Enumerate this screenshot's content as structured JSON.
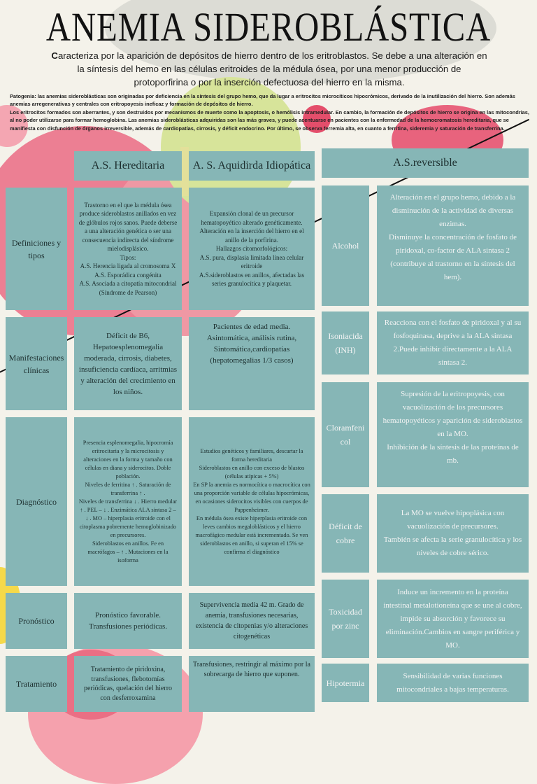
{
  "title": "ANEMIA SIDEROBLÁSTICA",
  "intro": {
    "drop_letter": "C",
    "text": "aracteriza por la aparición de depósitos de hierro dentro de los eritroblastos. Se debe a una alteración en la síntesis del hemo en las células eritroides de la médula ósea, por una menor producción de protoporfirina o por la inserción defectuosa del hierro en la misma."
  },
  "patogenia": "Patogenia: las anemias sideroblásticas son originadas por deficiencia en la síntesis del grupo hemo, que da lugar a eritrocitos microcíticos hipocrómicos, derivado de la inutilización del hierro. Son además anemias arregenerativas y centrales con eritropoyesis ineficaz y formación de depósitos de hierro.\nLos eritrocitos formados son aberrantes, y son destruidos por mecanismos de muerte como la apoptosis, o hemólisis intramedular. En cambio, la formación de depósitos de hierro se origina en las mitocondrias, al no poder utilizarse para formar hemoglobina. Las anemias sideroblásticas adquiridas son las más graves, y puede acentuarse en pacientes con la enfermedad de la hemocromatosis hereditaria, que se manifiesta con disfunción de órganos irreversible, además de cardiopatías, cirrosis, y déficit endocrino. Por último, se observa ferremia alta, en cuanto a ferritina, sideremia y saturación de transferrina.",
  "table": {
    "headers": [
      "A.S. Hereditaria",
      "A. S. Aquidirda Idiopática"
    ],
    "rows": [
      {
        "label": "Definiciones y tipos",
        "hereditaria": "Trastorno en el que la médula ósea produce sideroblastos anillados en vez de glóbulos rojos sanos. Puede deberse a una alteración genética o ser una consecuencia indirecta del síndrome mielodisplásico.\nTipos:\nA.S. Herencia ligada al cromosoma X\nA.S. Esporádica congénita\nA.S. Asociada a citopatía mitocondrial (Síndrome de Pearson)",
        "adquirida": "Expansión clonal de un precursor hematopoyético alterado genéticamente. Alteración en la inserción del hierro en el anillo de la porfirina.\nHallazgos citomorfológicos:\nA.S. pura, displasia limitada línea celular eritroide\nA.S.sideroblastos en anillos, afectadas las series granulocítica y plaquetar."
      },
      {
        "label": "Manifestaciones clínicas",
        "hereditaria": "Déficit de B6, Hepatoesplenomegalia moderada, cirrosis, diabetes, insuficiencia cardíaca, arritmias y alteración del crecimiento en los niños.",
        "adquirida": "Pacientes de edad media. Asintomática, análisis rutina, Sintomática,cardiopatías (hepatomegalias 1/3 casos)"
      },
      {
        "label": "Diagnóstico",
        "hereditaria": "Presencia esplenomegalia, hipocromía eritrocitaria y la microcitosis y alteraciones en la forma y tamaño con células en diana y siderocitos. Doble población.\nNiveles de ferritina ↑ . Saturación de transferrina ↑ .\nNiveles de transferrina ↓ . Hierro medular ↑ . PEL – ↓ . Enzimática ALA sintasa 2 – ↓ . MO – hiperplasia eritroide con el citoplasma pobremente hemoglobinizado en precursores.\nSideroblastos en anillos. Fe en macrófagos – ↑ . Mutaciones en la isoforma",
        "adquirida": "Estudios genéticos y familiares, descartar la forma hereditaria\nSideroblastos en anillo con exceso de blastos (células atípicas + 5%)\nEn SP la anemia es normocítica o macrocítica con una proporción variable de células hipocrómicas, en ocasiones siderocitos visibles con cuerpos de Pappenheimer.\nEn médula ósea existe hiperplasia eritroide con leves cambios megaloblásticos y el hierro macrofágico medular está incrementado. Se ven sideroblastos en anillo, si superan el 15% se confirma el diagnóstico"
      },
      {
        "label": "Pronóstico",
        "hereditaria": "Pronóstico favorable. Transfusiones periódicas.",
        "adquirida": "Supervivencia media 42 m. Grado de anemia, transfusiones necesarias, existencia de citopenias y/o alteraciones citogenéticas"
      },
      {
        "label": "Tratamiento",
        "hereditaria": "Tratamiento de piridoxina, transfusiones, flebotomías periódicas, quelación del hierro con desferroxamina",
        "adquirida": "Transfusiones, restringir al máximo por la sobrecarga de hierro que suponen."
      }
    ]
  },
  "reversible": {
    "header": "A.S.reversible",
    "rows": [
      {
        "label": "Alcohol",
        "text": "Alteración en el grupo hemo, debido a la disminución de la actividad de diversas enzimas.\nDisminuye la concentración de fosfato de piridoxal, co-factor de ALA sintasa 2 (contribuye al trastorno en la síntesis del hem)."
      },
      {
        "label": "Isoniacida\n(INH)",
        "text": "Reacciona con el fosfato de piridoxal y al su fosfoquinasa, deprive a la ALA sintasa 2.Puede inhibir directamente a la ALA sintasa 2."
      },
      {
        "label": "Cloramfeni\ncol",
        "text": "Supresión de la eritropoyesis, con vacuolización de los precursores hematopoyéticos y aparición de sideroblastos en la MO.\nInhibición de la síntesis de las proteínas de mb."
      },
      {
        "label": "Déficit de\ncobre",
        "text": "La MO se vuelve hipoplásica con vacuolización de precursores.\nTambién se afecta la serie granulocítica y los niveles de cobre sérico."
      },
      {
        "label": "Toxicidad\npor zinc",
        "text": "Induce un incremento en la proteína intestinal metalotioneína que se une al cobre, impide su absorción y favorece su eliminación.Cambios en sangre periférica y MO."
      },
      {
        "label": "Hipotermia",
        "text": "Sensibilidad de varias funciones mitocondriales a bajas temperaturas."
      }
    ]
  }
}
